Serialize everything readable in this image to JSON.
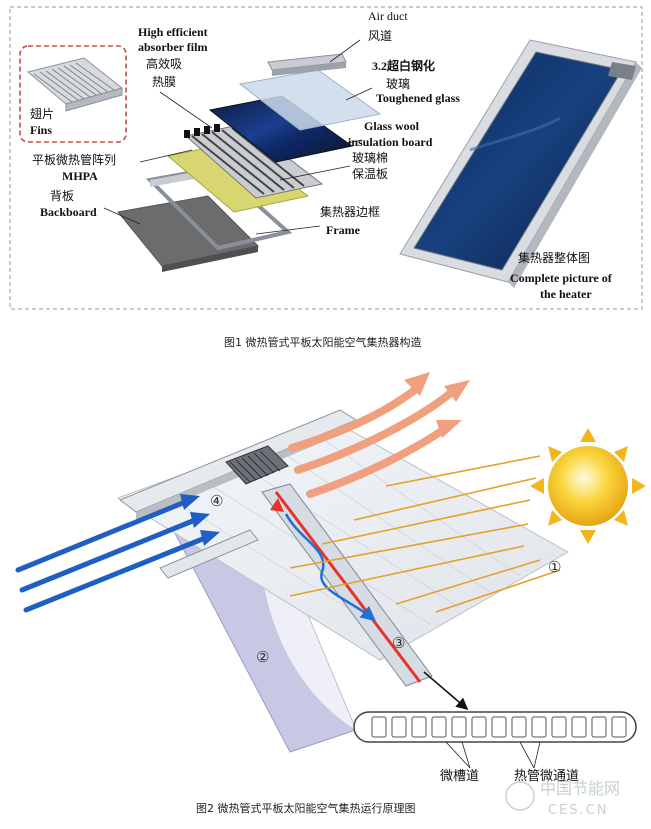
{
  "fig1": {
    "labels": {
      "air_duct_en": "Air duct",
      "air_duct_cn": "风道",
      "absorber_en1": "High efficient",
      "absorber_en2": "absorber film",
      "absorber_cn1": "高效吸",
      "absorber_cn2": "热膜",
      "glass_cn1": "3.2超白钢化",
      "glass_cn2": "玻璃",
      "glass_en": "Toughened glass",
      "fins_cn": "翅片",
      "fins_en": "Fins",
      "wool_en1": "Glass wool",
      "wool_en2": "insulation board",
      "wool_cn1": "玻璃棉",
      "wool_cn2": "保温板",
      "mhpa_cn": "平板微热管阵列",
      "mhpa_en": "MHPA",
      "back_cn": "背板",
      "back_en": "Backboard",
      "frame_cn": "集热器边框",
      "frame_en": "Frame",
      "heater_cn": "集热器整体图",
      "heater_en1": "Complete picture of",
      "heater_en2": "the heater"
    },
    "caption": "图1 微热管式平板太阳能空气集热器构造"
  },
  "fig2": {
    "markers": {
      "m1": "①",
      "m2": "②",
      "m3": "③",
      "m4": "④"
    },
    "labels": {
      "groove": "微槽道",
      "channel": "热管微通道"
    },
    "caption": "图2 微热管式平板太阳能空气集热运行原理图"
  },
  "watermark": {
    "cn": "中国节能网",
    "en": "CES.CN"
  },
  "colors": {
    "blue_arrow": "#1f5fc4",
    "hot_arrow": "#f0a07e",
    "sun": "#f6c21b",
    "sun_ray": "#e6a02a",
    "red_line": "#e8332b",
    "dashed_border": "#999999",
    "fins_border": "#c0504d"
  }
}
